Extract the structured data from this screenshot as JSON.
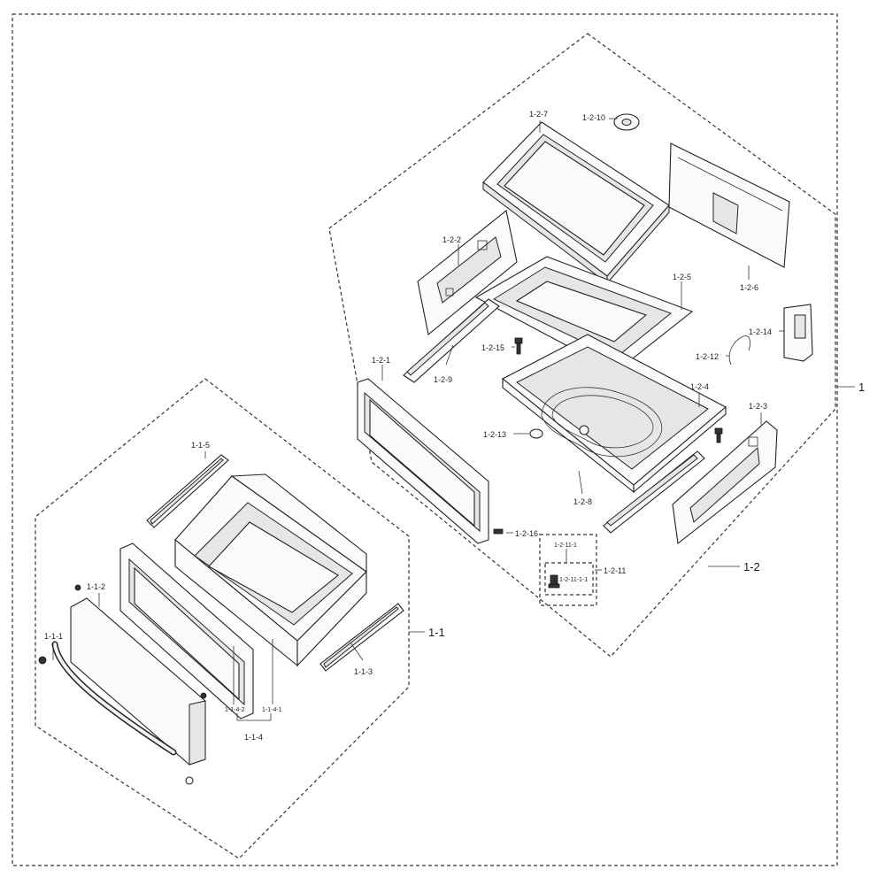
{
  "labels": {
    "l_1": "1",
    "l_1_1": "1-1",
    "l_1_2": "1-2",
    "l_1_1_1": "1-1-1",
    "l_1_1_2": "1-1-2",
    "l_1_1_3": "1-1-3",
    "l_1_1_4": "1-1-4",
    "l_1_1_4_1": "1-1-4-1",
    "l_1_1_4_2": "1-1-4-2",
    "l_1_1_5": "1-1-5",
    "l_1_2_1": "1-2-1",
    "l_1_2_2": "1-2-2",
    "l_1_2_3": "1-2-3",
    "l_1_2_4": "1-2-4",
    "l_1_2_5": "1-2-5",
    "l_1_2_6": "1-2-6",
    "l_1_2_7": "1-2-7",
    "l_1_2_8": "1-2-8",
    "l_1_2_9": "1-2-9",
    "l_1_2_10": "1-2-10",
    "l_1_2_11": "1-2-11",
    "l_1_2_11_1": "1-2-11-1",
    "l_1_2_11_1_1": "1-2-11-1-1",
    "l_1_2_12": "1-2-12",
    "l_1_2_13": "1-2-13",
    "l_1_2_14": "1-2-14",
    "l_1_2_15": "1-2-15",
    "l_1_2_16": "1-2-16"
  }
}
